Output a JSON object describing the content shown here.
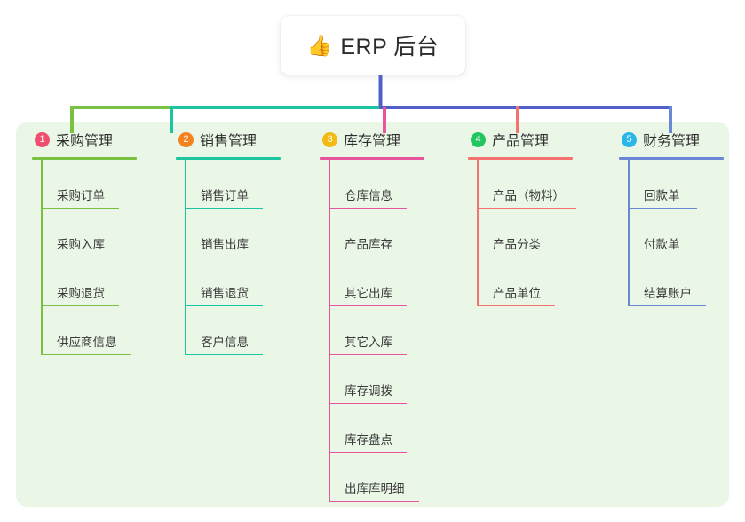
{
  "root": {
    "emoji": "👍",
    "emoji_name": "thumbs-up-icon",
    "title": "ERP 后台"
  },
  "colors": {
    "panel_bg": "#eaf6e6",
    "page_bg": "#ffffff",
    "text": "#2d2d2d",
    "root_stem": "#5060c8",
    "bar_green": "#7ac143",
    "bar_teal": "#1bc5a0",
    "bar_blue": "#5060c8"
  },
  "columns": [
    {
      "number": "1",
      "title": "采购管理",
      "badge_color": "#f0506e",
      "line_color": "#7ac143",
      "rule_width": 118,
      "items": [
        {
          "label": "采购订单",
          "rule_width": 88
        },
        {
          "label": "采购入库",
          "rule_width": 88
        },
        {
          "label": "采购退货",
          "rule_width": 88
        },
        {
          "label": "供应商信息",
          "rule_width": 102
        }
      ]
    },
    {
      "number": "2",
      "title": "销售管理",
      "badge_color": "#f58220",
      "line_color": "#1bc5a0",
      "rule_width": 118,
      "items": [
        {
          "label": "销售订单",
          "rule_width": 88
        },
        {
          "label": "销售出库",
          "rule_width": 88
        },
        {
          "label": "销售退货",
          "rule_width": 88
        },
        {
          "label": "客户信息",
          "rule_width": 88
        }
      ]
    },
    {
      "number": "3",
      "title": "库存管理",
      "badge_color": "#f5b914",
      "line_color": "#e8559c",
      "rule_width": 118,
      "items": [
        {
          "label": "仓库信息",
          "rule_width": 88
        },
        {
          "label": "产品库存",
          "rule_width": 88
        },
        {
          "label": "其它出库",
          "rule_width": 88
        },
        {
          "label": "其它入库",
          "rule_width": 88
        },
        {
          "label": "库存调拨",
          "rule_width": 88
        },
        {
          "label": "库存盘点",
          "rule_width": 88
        },
        {
          "label": "出库库明细",
          "rule_width": 102
        }
      ]
    },
    {
      "number": "4",
      "title": "产品管理",
      "badge_color": "#22c55e",
      "line_color": "#f4736e",
      "rule_width": 118,
      "items": [
        {
          "label": "产品（物料）",
          "rule_width": 112
        },
        {
          "label": "产品分类",
          "rule_width": 88
        },
        {
          "label": "产品单位",
          "rule_width": 88
        }
      ]
    },
    {
      "number": "5",
      "title": "财务管理",
      "badge_color": "#29b6e8",
      "line_color": "#6a86d6",
      "rule_width": 118,
      "items": [
        {
          "label": "回款单",
          "rule_width": 78
        },
        {
          "label": "付款单",
          "rule_width": 78
        },
        {
          "label": "结算账户",
          "rule_width": 88
        }
      ]
    }
  ]
}
